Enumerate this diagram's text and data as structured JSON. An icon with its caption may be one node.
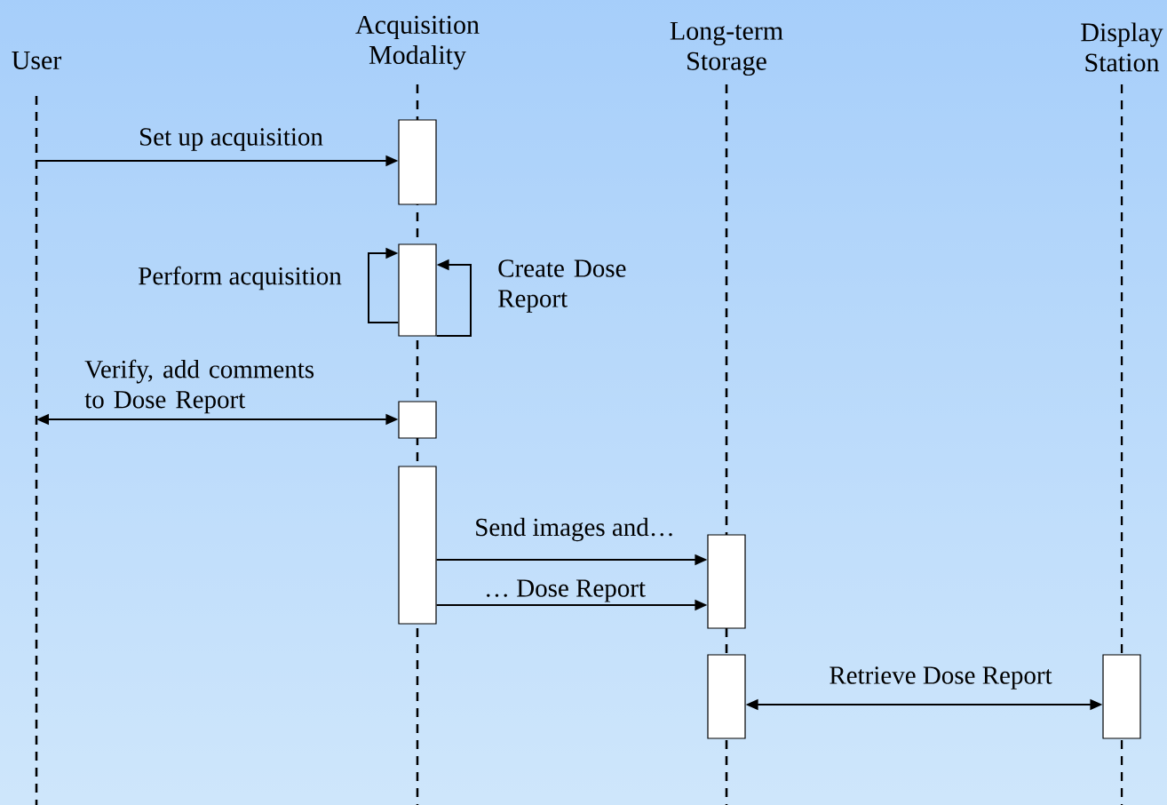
{
  "diagram": {
    "nodes": [
      {
        "text": [
          "User"
        ]
      },
      {
        "text": [
          "Acquisition Modality"
        ]
      },
      {
        "text": [
          "Long-term Storage"
        ]
      },
      {
        "text": [
          "Display Station"
        ]
      },
      {
        "text": [],
        "shape": "bar"
      },
      {
        "text": [],
        "shape": "bar"
      },
      {
        "text": [],
        "shape": "bar"
      },
      {
        "text": [],
        "shape": "bar"
      },
      {
        "text": [],
        "shape": "bar"
      },
      {
        "text": [],
        "shape": "bar"
      },
      {
        "text": [],
        "shape": "bar"
      }
    ],
    "edges": [
      {
        "from": null,
        "to": 4,
        "arrow": "to",
        "label": "Set up acquisition"
      },
      {
        "from": 5,
        "to": 5,
        "arrow": "to",
        "label": "Perform acquisition"
      },
      {
        "from": 5,
        "to": 5,
        "arrow": "to",
        "label": "Create Dose Report"
      },
      {
        "from": null,
        "to": 6,
        "arrow": "both",
        "label": "Verify, add comments to Dose Report"
      },
      {
        "from": 7,
        "to": 8,
        "arrow": "to",
        "label": "Send images and…"
      },
      {
        "from": 7,
        "to": 8,
        "arrow": "to",
        "label": "… Dose Report"
      },
      {
        "from": 9,
        "to": 10,
        "arrow": "both",
        "label": "Retrieve Dose Report"
      }
    ]
  }
}
